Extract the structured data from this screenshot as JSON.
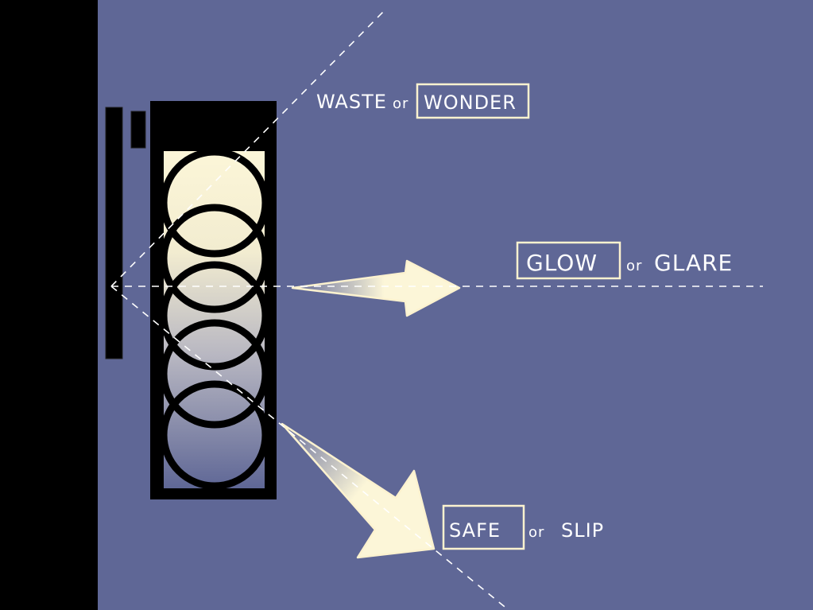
{
  "labels": {
    "top": {
      "left": "WASTE",
      "or": "or",
      "boxed": "WONDER"
    },
    "middle": {
      "boxed": "GLOW",
      "or": "or",
      "right": "GLARE"
    },
    "bottom": {
      "boxed": "SAFE",
      "or": "or",
      "right": "SLIP"
    }
  },
  "colors": {
    "background": "#5f6796",
    "light": "#fcf6d8",
    "housing": "#000000",
    "label_box": "#fcf2cf"
  }
}
